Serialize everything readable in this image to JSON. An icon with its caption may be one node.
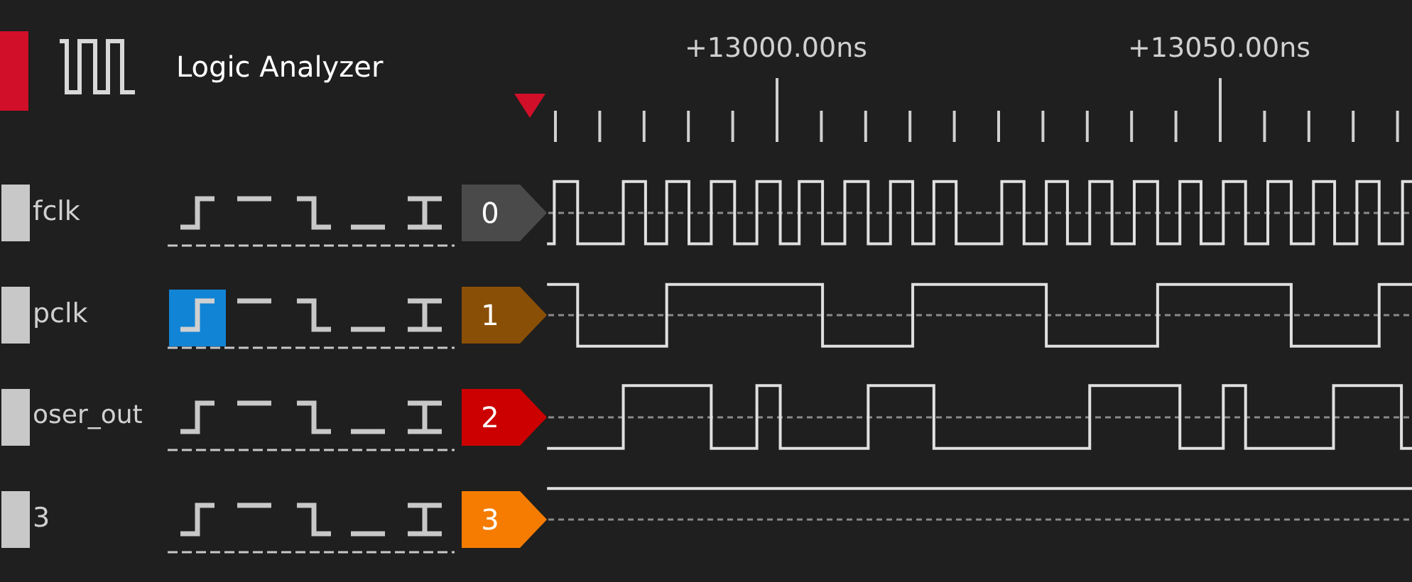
{
  "diagram": {
    "nodes": [
      {
        "text": [
          "0"
        ]
      },
      {
        "text": [
          "1"
        ]
      },
      {
        "text": [
          "2"
        ]
      },
      {
        "text": [
          "3"
        ]
      }
    ],
    "edges": [],
    "labels": [
      "Logic Analyzer",
      "+13000.00ns",
      "+13050.00ns",
      "fclk",
      "pclk",
      "oser_out",
      "3"
    ]
  }
}
